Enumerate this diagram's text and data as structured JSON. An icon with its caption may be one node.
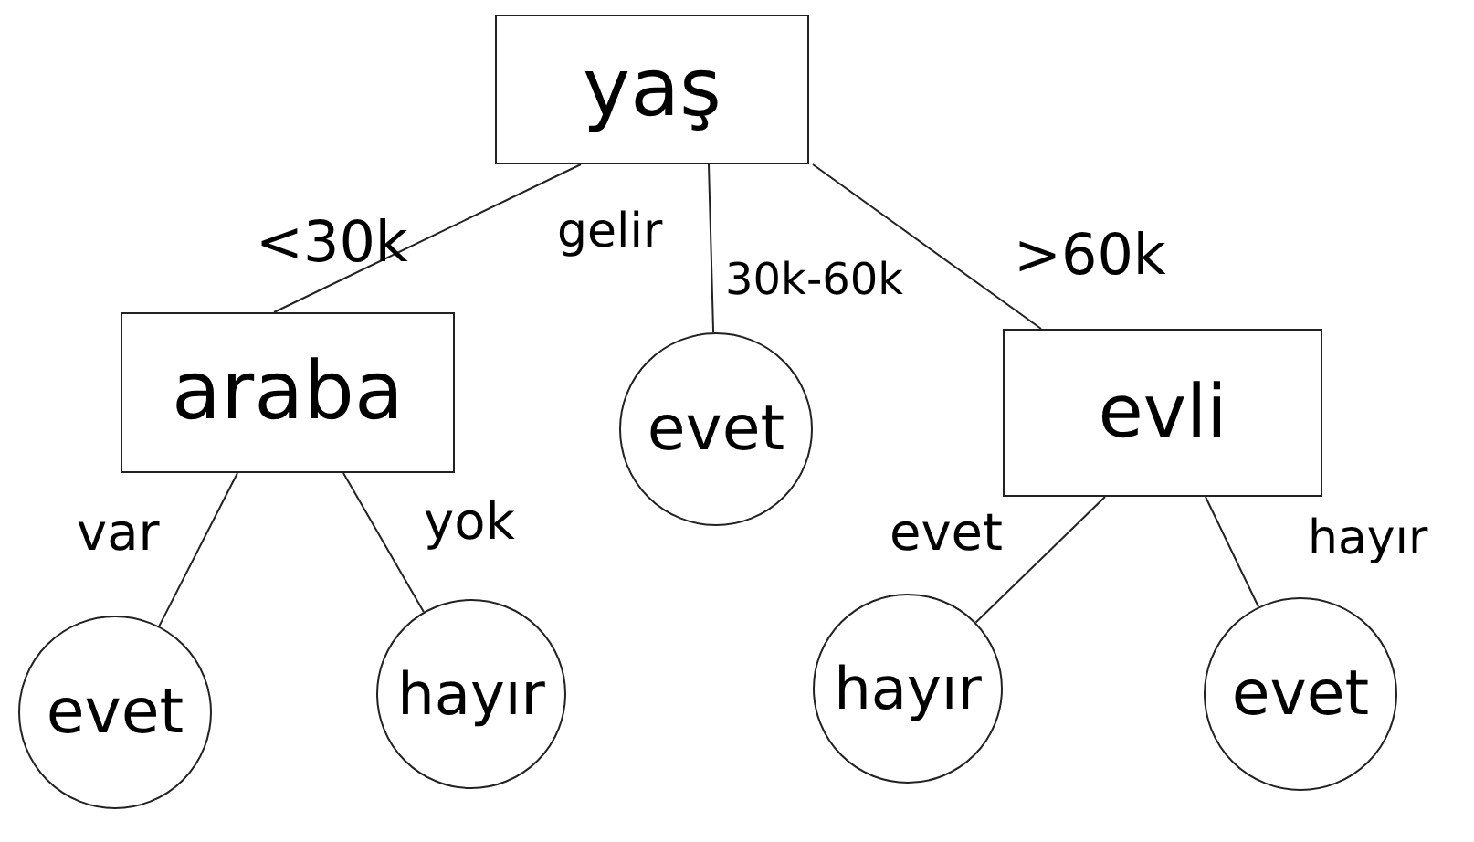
{
  "diagram": {
    "nodes": [
      {
        "text": [
          "yaş"
        ]
      },
      {
        "text": [
          "araba"
        ]
      },
      {
        "text": [
          "evet"
        ]
      },
      {
        "text": [
          "evli"
        ]
      },
      {
        "text": [
          "evet"
        ]
      },
      {
        "text": [
          "hayır"
        ]
      },
      {
        "text": [
          "hayır"
        ]
      },
      {
        "text": [
          "evet"
        ]
      }
    ],
    "edges": [
      {
        "from": 0,
        "to": 1,
        "arrow": "none",
        "label": "<30k"
      },
      {
        "from": 0,
        "to": 2,
        "arrow": "none",
        "label": "30k-60k"
      },
      {
        "from": 0,
        "to": 3,
        "arrow": "none",
        "label": ">60k"
      },
      {
        "from": 1,
        "to": 4,
        "arrow": "none",
        "label": "var"
      },
      {
        "from": 1,
        "to": 5,
        "arrow": "none",
        "label": "yok"
      },
      {
        "from": 3,
        "to": 6,
        "arrow": "none",
        "label": "evet"
      },
      {
        "from": 3,
        "to": 7,
        "arrow": "none",
        "label": "hayır"
      }
    ],
    "labels": [
      "gelir"
    ]
  }
}
